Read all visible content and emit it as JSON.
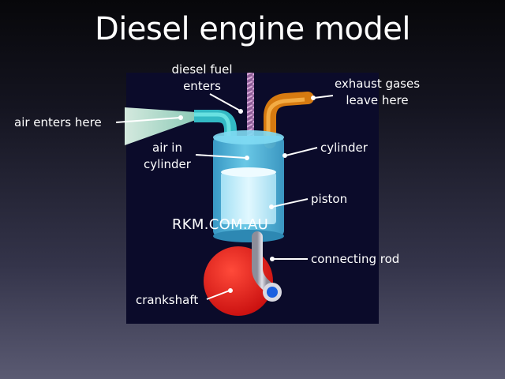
{
  "title": "Diesel engine model",
  "watermark": "RKM.COM.AU",
  "labels": {
    "diesel_fuel_line1": "diesel fuel",
    "diesel_fuel_line2": "enters",
    "exhaust_line1": "exhaust gases",
    "exhaust_line2": "leave here",
    "air_enters": "air enters here",
    "air_in_line1": "air in",
    "air_in_line2": "cylinder",
    "cylinder": "cylinder",
    "piston": "piston",
    "connecting_rod": "connecting rod",
    "crankshaft": "crankshaft"
  },
  "colors": {
    "panel": "#0b0b2a",
    "air_pipe": "#4fe0e0",
    "exhaust_pipe": "#f39a1e",
    "fuel_rod": "#b07ab0",
    "cylinder": "#59c6e6",
    "piston": "#bfeeff",
    "crank": "#e81818",
    "pin": "#1a5fe0",
    "rod": "#b6b6c2"
  }
}
